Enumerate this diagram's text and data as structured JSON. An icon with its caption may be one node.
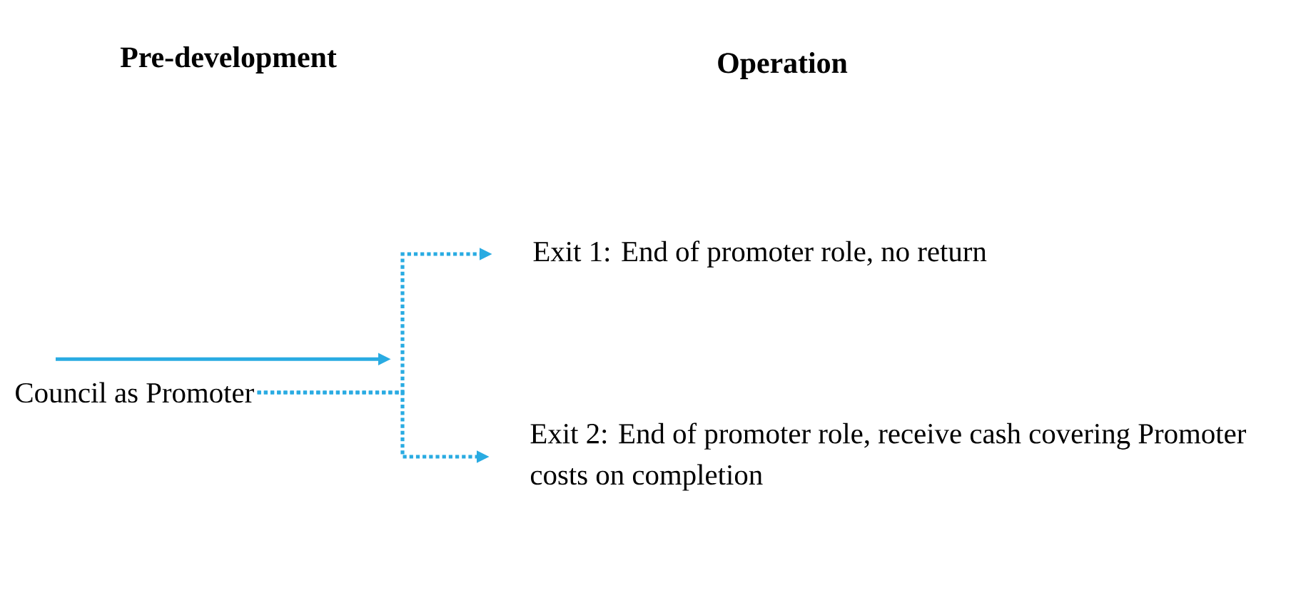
{
  "diagram": {
    "nodes": [
      {
        "text": [
          "Council as Promoter"
        ]
      },
      {
        "text": [
          "Exit 1: End of promoter role, no return"
        ]
      },
      {
        "text": [
          "Exit 2: End of promoter role, receive cash covering Promoter costs on completion"
        ]
      }
    ],
    "edges": [
      {
        "from": 0,
        "to": null,
        "arrow": "to"
      },
      {
        "from": 0,
        "to": 1,
        "arrow": "to",
        "style": "dashed"
      },
      {
        "from": 0,
        "to": 2,
        "arrow": "to",
        "style": "dashed"
      }
    ],
    "labels": [
      "Pre-development",
      "Operation"
    ]
  }
}
